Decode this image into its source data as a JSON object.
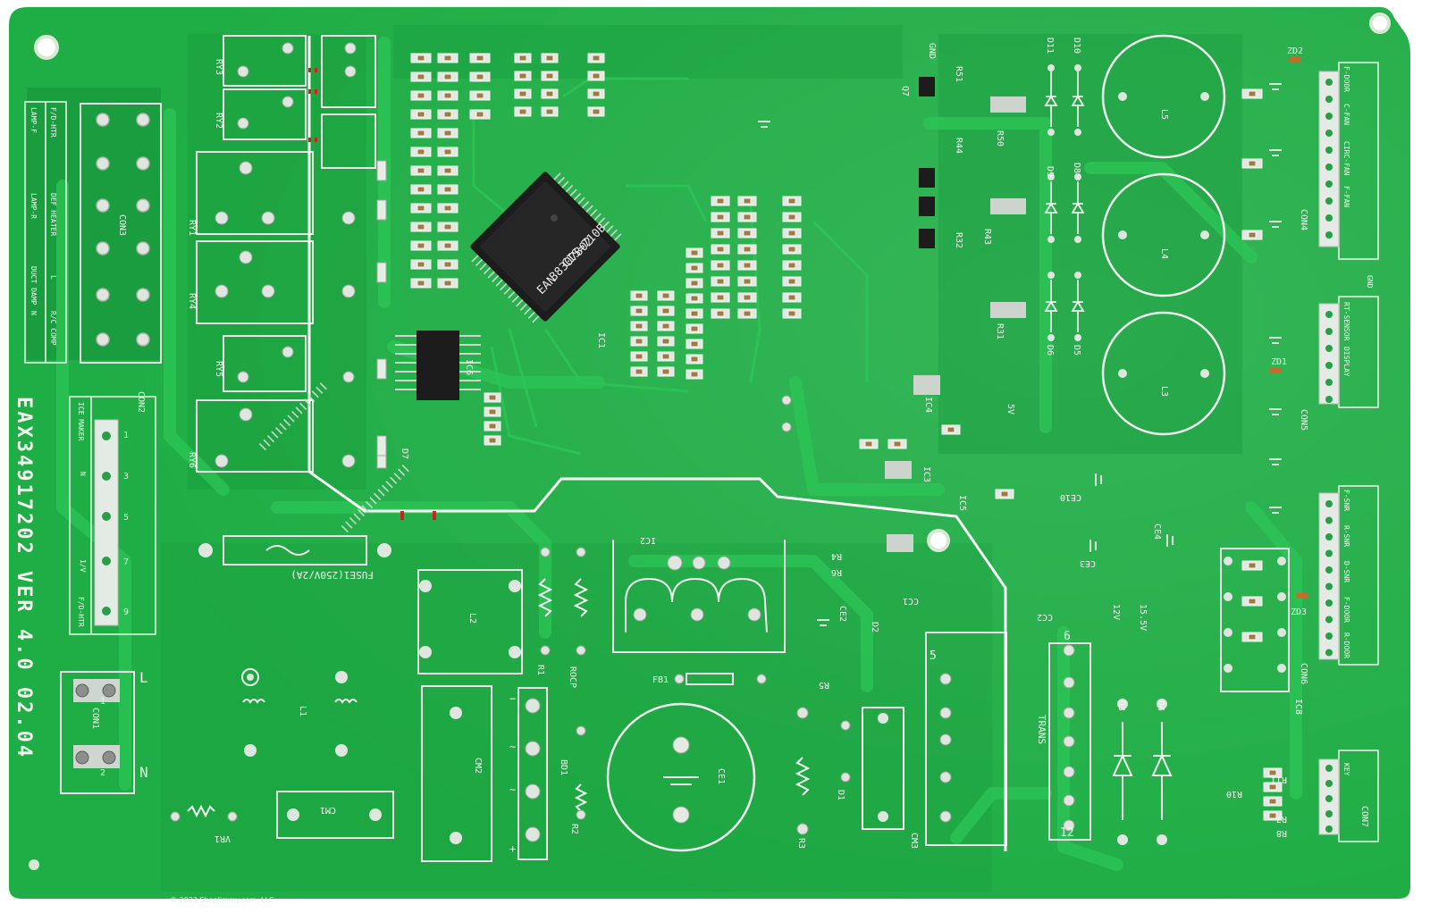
{
  "colors": {
    "board": "#1fad45",
    "board_dark": "#17903a",
    "trace": "#2cc657",
    "silk": "#f2f8f0",
    "pad": "#dfe6e0",
    "ic": "#1c1c1c",
    "ic_top": "#3a3a3a",
    "smd": "#a07a44",
    "hole": "#ffffff"
  },
  "board": {
    "part_number": "EAX34917202 VER 4.0 02.04",
    "mcu_lines": [
      "EAN",
      "38307802",
      "CIS=710B"
    ],
    "credit": "© 2023 ShopJimmy.com, LLC"
  },
  "labels": {
    "con1": "CON1",
    "con2": "CON2",
    "con3": "CON3",
    "con4": "CON4",
    "con5": "CON5",
    "con6": "CON6",
    "con7": "CON7",
    "l1": "L1",
    "l2": "L2",
    "l3": "L3",
    "l4": "L4",
    "l5": "L5",
    "ry1": "RY1",
    "ry2": "RY2",
    "ry3": "RY3",
    "ry4": "RY4",
    "ry5": "RY5",
    "ry6": "RY6",
    "fuse": "FUSE1(250V/2A)",
    "trans": "TRANS",
    "ce1": "CE1",
    "cm1": "CM1",
    "cm2": "CM2",
    "cm3": "CM3",
    "bd1": "BD1",
    "fb1": "FB1",
    "vr1": "VR1",
    "rocp": "ROCP",
    "ic1": "IC1",
    "ic2": "IC2",
    "ic3": "IC3",
    "ic4": "IC4",
    "ic5": "IC5",
    "ic6": "IC6",
    "ic8": "IC8",
    "d1": "D1",
    "d2": "D2",
    "d3": "D3",
    "d4": "D4",
    "d5": "D5",
    "d6": "D6",
    "d7": "D7",
    "d8": "D8",
    "d9": "D9",
    "d10": "D10",
    "d11": "D11",
    "zd1": "ZD1",
    "zd2": "ZD2",
    "zd3": "ZD3",
    "q7": "Q7",
    "r51": "R51",
    "r50": "R50",
    "r44": "R44",
    "r43": "R43",
    "r32": "R32",
    "r31": "R31",
    "ce2": "CE2",
    "ce3": "CE3",
    "ce4": "CE4",
    "ce10": "CE10",
    "cc1": "CC1",
    "cc2": "CC2",
    "r1": "R1",
    "r2": "R2",
    "r3": "R3",
    "r4": "R4",
    "r5": "R5",
    "r6": "R6",
    "r7": "R7",
    "r8": "R8",
    "r10": "R10",
    "r11": "R11",
    "gnd": "GND",
    "v5": "5V",
    "v12": "12V",
    "v15": "15.5V",
    "l_term": "L",
    "n_term": "N"
  },
  "con3_labels": [
    "LAMP-F",
    "F/D-HTR",
    "LAMP-R",
    "DEF HEATER",
    "DUCT DAMP",
    "L",
    "N",
    "R/C COMP"
  ],
  "con2_labels": [
    "ICE MAKER",
    "N",
    "1/V",
    "F/D-HTR"
  ],
  "con4_labels": [
    "F-DOOR",
    "C-FAN",
    "CIRC-FAN",
    "F-FAN",
    "GND"
  ],
  "con5_labels": [
    "RT-SENSOR",
    "DISPLAY"
  ],
  "con6_labels": [
    "F-SNR",
    "R-SNR",
    "D-SNR",
    "F-DOOR",
    "R-DOOR"
  ],
  "con7_labels": [
    "KEY"
  ],
  "con1_pins": [
    "1",
    "2"
  ],
  "con2_pins": [
    "1",
    "3",
    "5",
    "7",
    "9"
  ],
  "trans_pins": [
    "5",
    "6",
    "12"
  ],
  "bd1_marks": [
    "−",
    "~",
    "~",
    "+"
  ]
}
